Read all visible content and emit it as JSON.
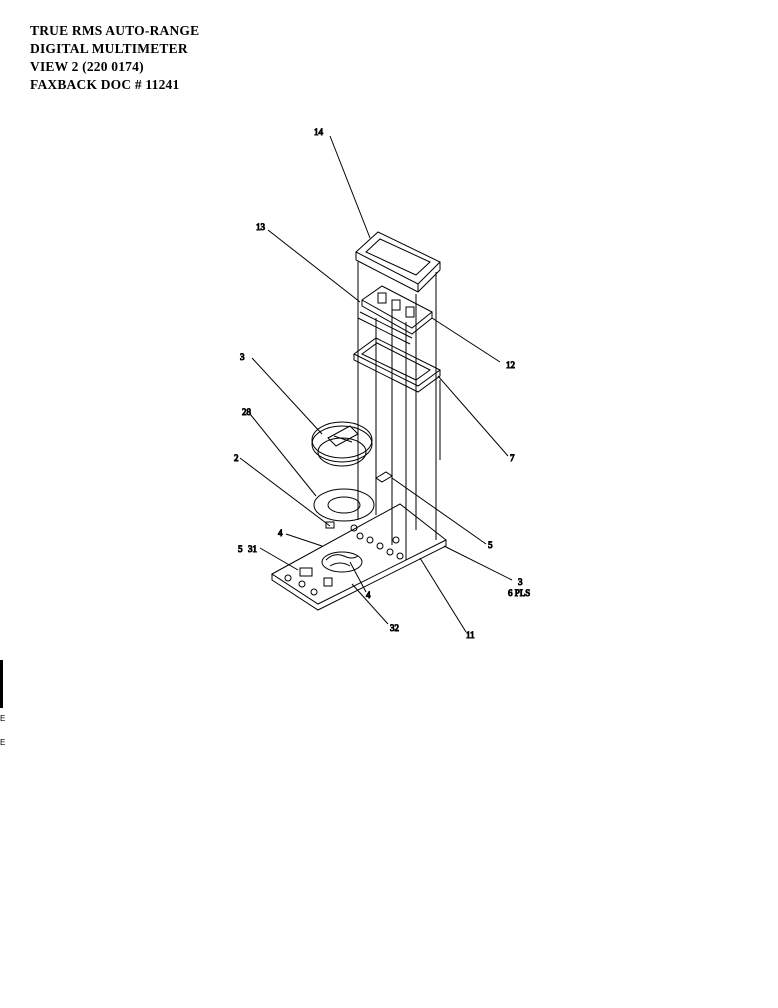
{
  "title": {
    "line1": "TRUE RMS AUTO-RANGE",
    "line2": "DIGITAL MULTIMETER",
    "line3": "VIEW 2  (220 0174)",
    "line4": "FAXBACK DOC # 11241"
  },
  "callouts": {
    "c14": "14",
    "c13": "13",
    "c12": "12",
    "c3a": "3",
    "c7": "7",
    "c28": "28",
    "c2": "2",
    "c5a": "5",
    "c4a": "4",
    "c5b": "5",
    "c31": "31",
    "c3b": "3",
    "c6pls": "6 PLS",
    "c4b": "4",
    "c32": "32",
    "c11": "11"
  },
  "edge_marks": {
    "m1": "E",
    "m2": "E"
  }
}
